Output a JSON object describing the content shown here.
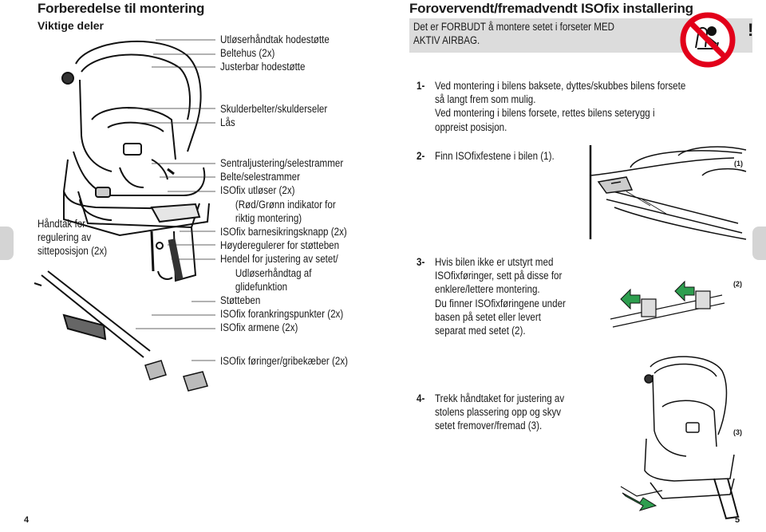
{
  "left": {
    "title": "Forberedelse til montering",
    "subtitle": "Viktige deler",
    "handle_label": [
      "Håndtak for",
      "regulering av",
      "sitteposisjon (2x)"
    ],
    "group1": [
      "Utløserhåndtak hodestøtte",
      "Beltehus (2x)",
      "Justerbar hodestøtte"
    ],
    "group2": [
      "Skulderbelter/skulderseler",
      "Lås"
    ],
    "group3": [
      "Sentraljustering/selestrammer",
      "Belte/selestrammer",
      "ISOfix utløser (2x)",
      "(Rød/Grønn indikator for",
      "riktig montering)",
      "ISOfix barnesikringsknapp (2x)",
      "Høyderegulerer for støtteben",
      "Hendel for justering av setet/",
      "Udløserhåndtag af",
      "glidefunktion",
      "Støtteben",
      "ISOfix forankringspunkter (2x)",
      "ISOfix armene (2x)"
    ],
    "group4": "ISOfix føringer/gribekæber (2x)",
    "page_number": "4"
  },
  "right": {
    "title": "Forovervendt/fremadvendt ISOfix installering",
    "warning_lines": [
      "Det er FORBUDT å montere setet i forseter MED",
      "AKTIV AIRBAG."
    ],
    "warning_mark": "!",
    "step1_num": "1-",
    "step1_lines": [
      "Ved montering i bilens baksete, dyttes/skubbes bilens forsete",
      "så langt frem som mulig.",
      "Ved montering i bilens forsete, rettes bilens seterygg i",
      "oppreist posisjon."
    ],
    "step2_num": "2-",
    "step2_lines": [
      "Finn ISOfixfestene i bilen (1)."
    ],
    "step3_num": "3-",
    "step3_lines": [
      "Hvis bilen ikke er utstyrt med",
      "ISOfixføringer, sett på disse for",
      "enklere/lettere montering.",
      "Du finner ISOfixføringene under",
      "basen på setet eller levert",
      "separat med setet (2)."
    ],
    "step4_num": "4-",
    "step4_lines": [
      "Trekk håndtaket for justering av",
      "stolens plassering opp og skyv",
      "setet fremover/fremad (3)."
    ],
    "fig1": "(1)",
    "fig2": "(2)",
    "fig3": "(3)",
    "page_number": "5"
  },
  "colors": {
    "warning_bg": "#dcdcdc",
    "prohibit_red": "#e2001a",
    "arrow_green": "#2e9e4f",
    "tab_gray": "#d4d4d4"
  }
}
